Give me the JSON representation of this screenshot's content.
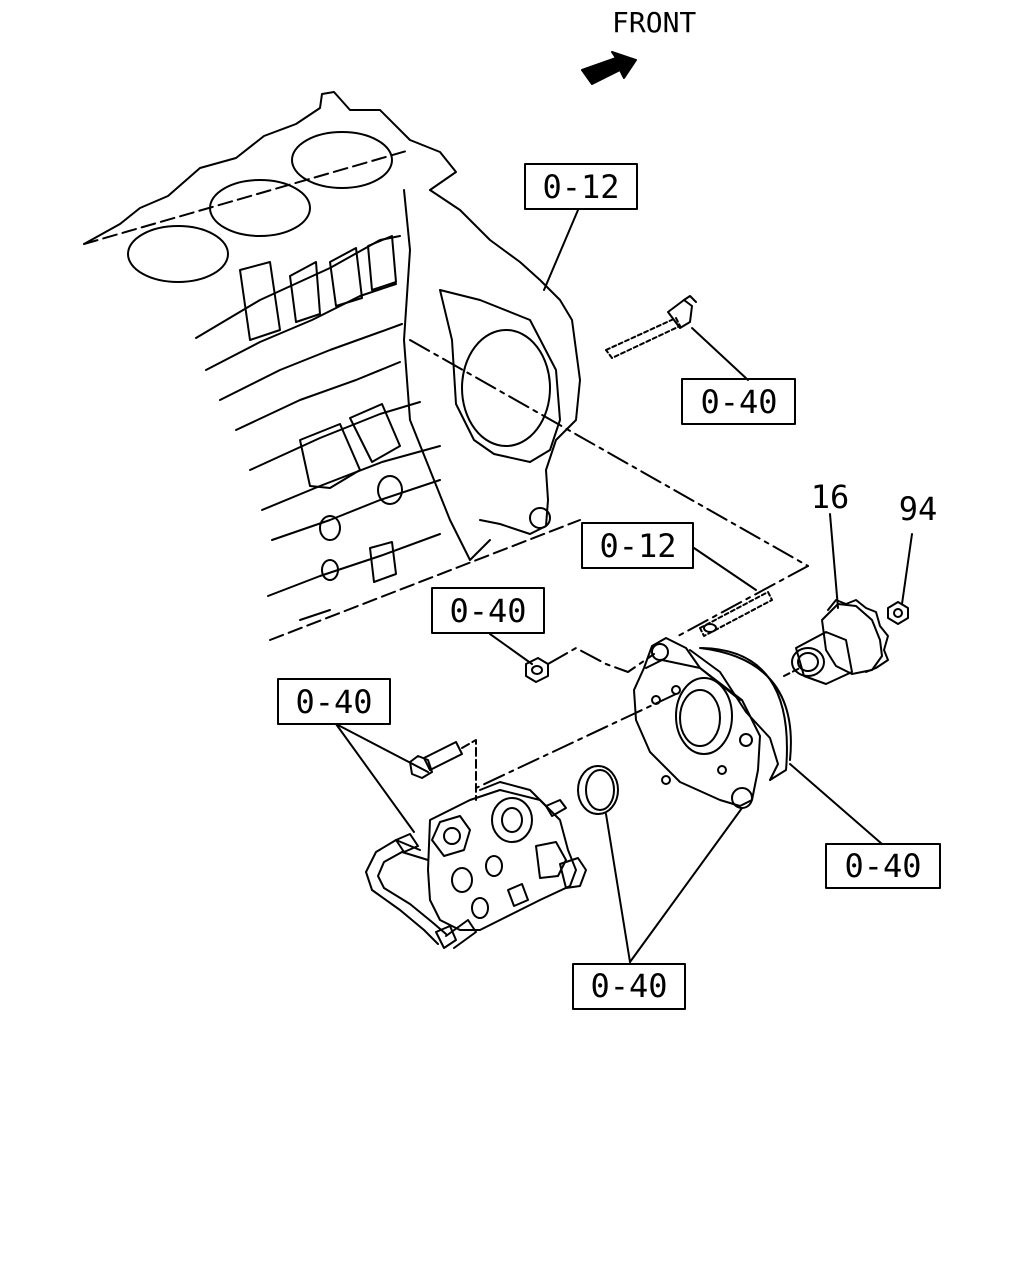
{
  "orientation_label": "FRONT",
  "callouts": {
    "block_upper": "0-12",
    "bolt_upper": "0-40",
    "stud_mid": "0-12",
    "nut_left": "0-40",
    "pump_bolts": "0-40",
    "flange_right": "0-40",
    "oring_bottom": "0-40"
  },
  "part_numbers": {
    "gear": "16",
    "nut_small": "94"
  },
  "colors": {
    "ink": "#000000",
    "paper": "#ffffff"
  },
  "icons": {
    "front_arrow": "arrow-icon"
  }
}
